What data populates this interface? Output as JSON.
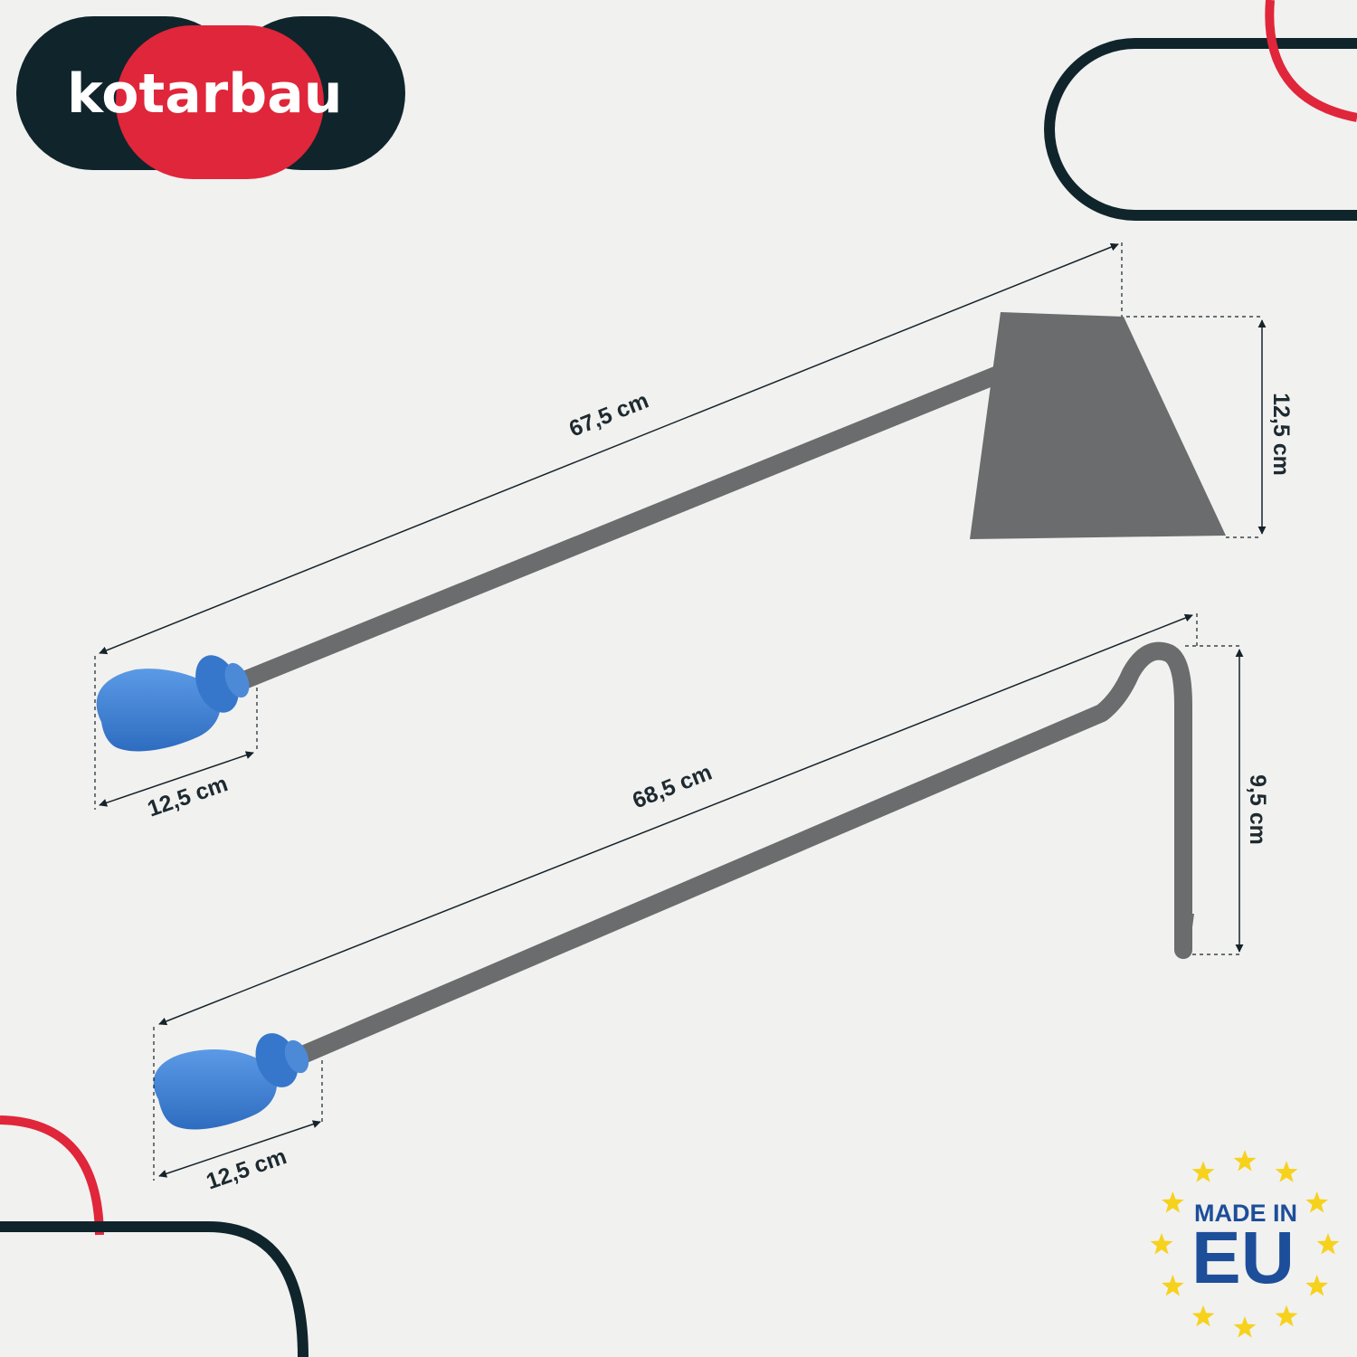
{
  "brand": {
    "name": "kotarbau",
    "colors": {
      "dark": "#0f252b",
      "red": "#e0263a",
      "steel": "#6a6c6d",
      "handle": "#3d7fd0"
    }
  },
  "dimensions": {
    "hoe_length": "67,5 cm",
    "hoe_blade_height": "12,5 cm",
    "hoe_handle_length": "12,5 cm",
    "hook_length": "68,5 cm",
    "hook_height": "9,5 cm",
    "hook_handle_length": "12,5 cm"
  },
  "badge": {
    "line1": "MADE IN",
    "line2": "EU",
    "star_icon": "star-icon"
  }
}
